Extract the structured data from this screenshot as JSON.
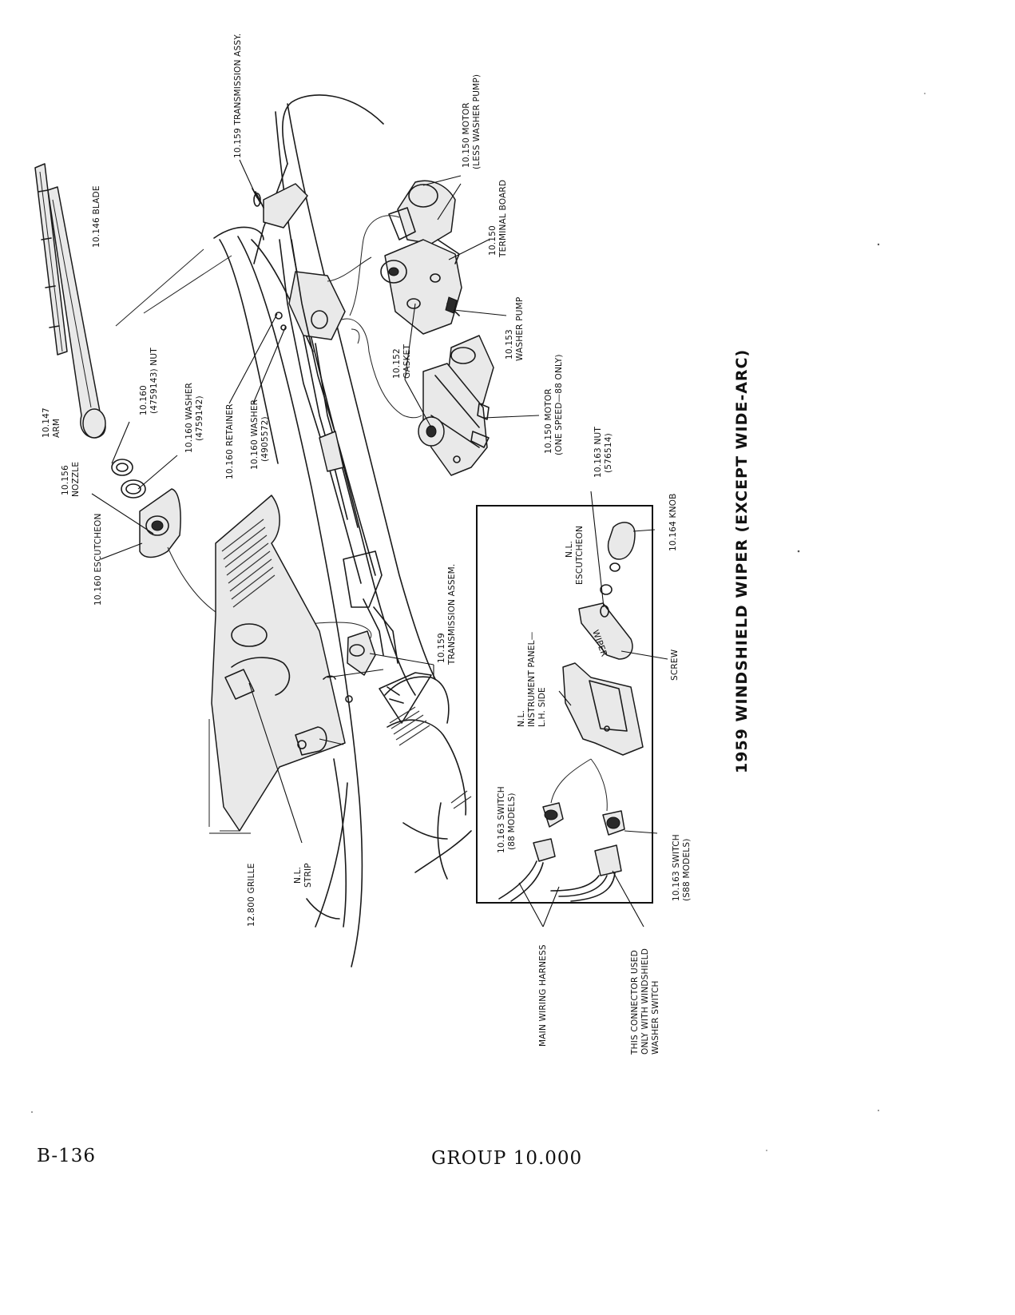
{
  "title": "1959 WINDSHIELD WIPER (EXCEPT WIDE-ARC)",
  "labels": {
    "blade": "10.146 BLADE",
    "arm_1": "10.147",
    "arm_2": "ARM",
    "nut_1": "10.160",
    "nut_2": "(4759143) NUT",
    "washer1_1": "10.160 WASHER",
    "washer1_2": "(4759142)",
    "nozzle_1": "10.156",
    "nozzle_2": "NOZZLE",
    "escutcheon": "10.160 ESCUTCHEON",
    "trans_assy": "10.159 TRANSMISSION ASSY.",
    "retainer": "10.160 RETAINER",
    "washer2_1": "10.160 WASHER",
    "washer2_2": "(4905572)",
    "motor_top_1": "10.150 MOTOR",
    "motor_top_2": "(LESS WASHER PUMP)",
    "terminal_1": "10.150",
    "terminal_2": "TERMINAL BOARD",
    "gasket_1": "10.152",
    "gasket_2": "GASKET",
    "pump_1": "10.153",
    "pump_2": "WASHER PUMP",
    "motor_one_1": "10.150 MOTOR",
    "motor_one_2": "(ONE SPEED—88 ONLY)",
    "nut163_1": "10.163 NUT",
    "nut163_2": "(576514)",
    "knob": "10.164 KNOB",
    "nl_esc_1": "N.L.",
    "nl_esc_2": "ESCUTCHEON",
    "trans_assem_1": "10.159",
    "trans_assem_2": "TRANSMISSION ASSEM.",
    "screw": "SCREW",
    "panel_1": "N.L.",
    "panel_2": "INSTRUMENT PANEL—",
    "panel_3": "L.H. SIDE",
    "switch88_1": "10.163 SWITCH",
    "switch88_2": "(88 MODELS)",
    "switchS88_1": "10.163 SWITCH",
    "switchS88_2": "(S88 MODELS)",
    "grille": "12.800 GRILLE",
    "strip_1": "N.L.",
    "strip_2": "STRIP",
    "harness": "MAIN WIRING HARNESS",
    "connector_1": "THIS CONNECTOR USED",
    "connector_2": "ONLY WITH WINDSHIELD",
    "connector_3": "WASHER SWITCH",
    "wiper_stamp": "WIPER"
  },
  "footer": {
    "page": "B-136",
    "group": "GROUP 10.000"
  }
}
